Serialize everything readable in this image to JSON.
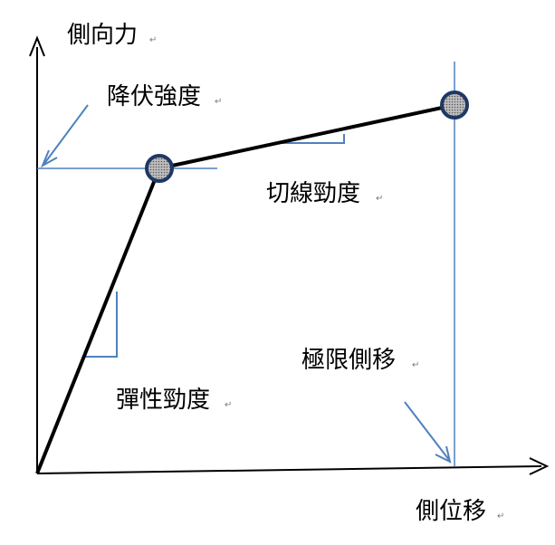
{
  "diagram": {
    "labels": {
      "y_axis": "側向力",
      "x_axis": "側位移",
      "yield_strength": "降伏強度",
      "secant_stiffness": "切線勁度",
      "ultimate_displacement": "極限側移",
      "elastic_stiffness": "彈性勁度"
    },
    "paragraph_mark": "↵",
    "colors": {
      "axis": "#000000",
      "curve": "#000000",
      "guide": "#4f81bd",
      "point_fill": "#a6a6a6",
      "point_stroke": "#1f3864",
      "text": "#000000"
    }
  }
}
